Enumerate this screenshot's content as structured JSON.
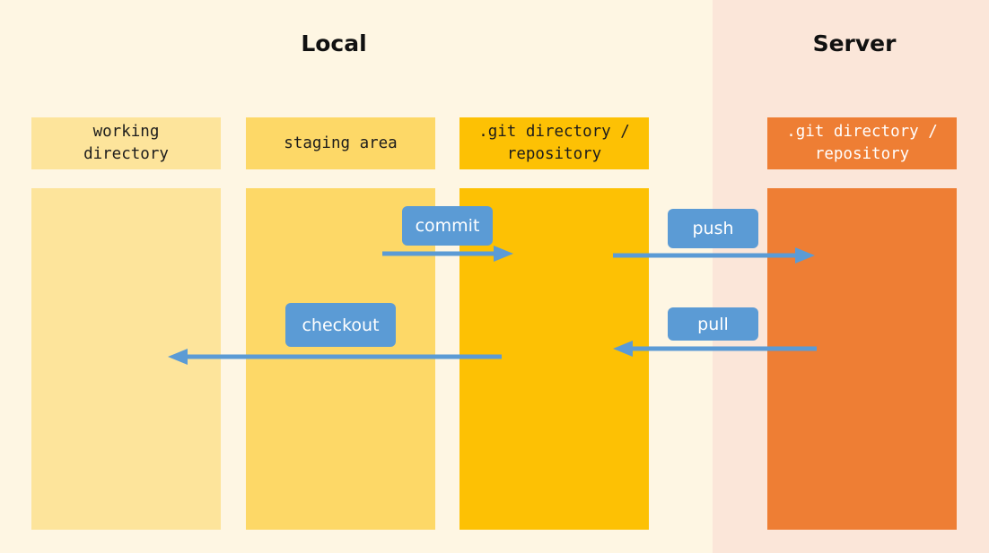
{
  "titles": {
    "local": "Local",
    "server": "Server"
  },
  "columns": {
    "working": "working\ndirectory",
    "staging": "staging area",
    "local_repo": ".git directory /\nrepository",
    "server_repo": ".git directory /\nrepository"
  },
  "actions": {
    "commit": "commit",
    "push": "push",
    "checkout": "checkout",
    "pull": "pull"
  },
  "colors": {
    "local_bg": "#FEF6E3",
    "server_bg": "#FBE6D9",
    "working": "#FDE49B",
    "staging": "#FDD867",
    "local_repo": "#FDC104",
    "server_repo": "#EE7E34",
    "action": "#5B9BD5"
  }
}
